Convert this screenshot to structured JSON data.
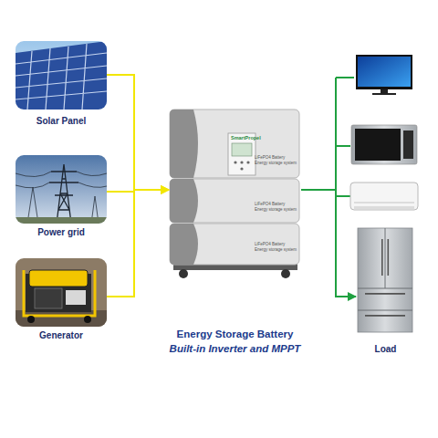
{
  "diagram": {
    "nodes": [
      {
        "text": [
          "Solar Panel"
        ]
      },
      {
        "text": [
          "Power grid"
        ]
      },
      {
        "text": [
          "Generator"
        ]
      },
      {
        "text": [
          "Energy Storage Battery",
          "Built-in Inverter and MPPT"
        ]
      },
      {
        "text": [
          "Load"
        ]
      }
    ],
    "edges": [
      {
        "from": 0,
        "to": 3,
        "arrow": "to"
      },
      {
        "from": 1,
        "to": 3,
        "arrow": "to"
      },
      {
        "from": 2,
        "to": 3,
        "arrow": "to"
      },
      {
        "from": 3,
        "to": 4,
        "arrow": "to"
      }
    ],
    "labels": [
      "SmartPropel",
      "LiFePO4 Battery",
      "Energy storage system",
      "LiFePO4 Battery",
      "Energy storage system",
      "LiFePO4 Battery",
      "Energy storage system"
    ]
  }
}
